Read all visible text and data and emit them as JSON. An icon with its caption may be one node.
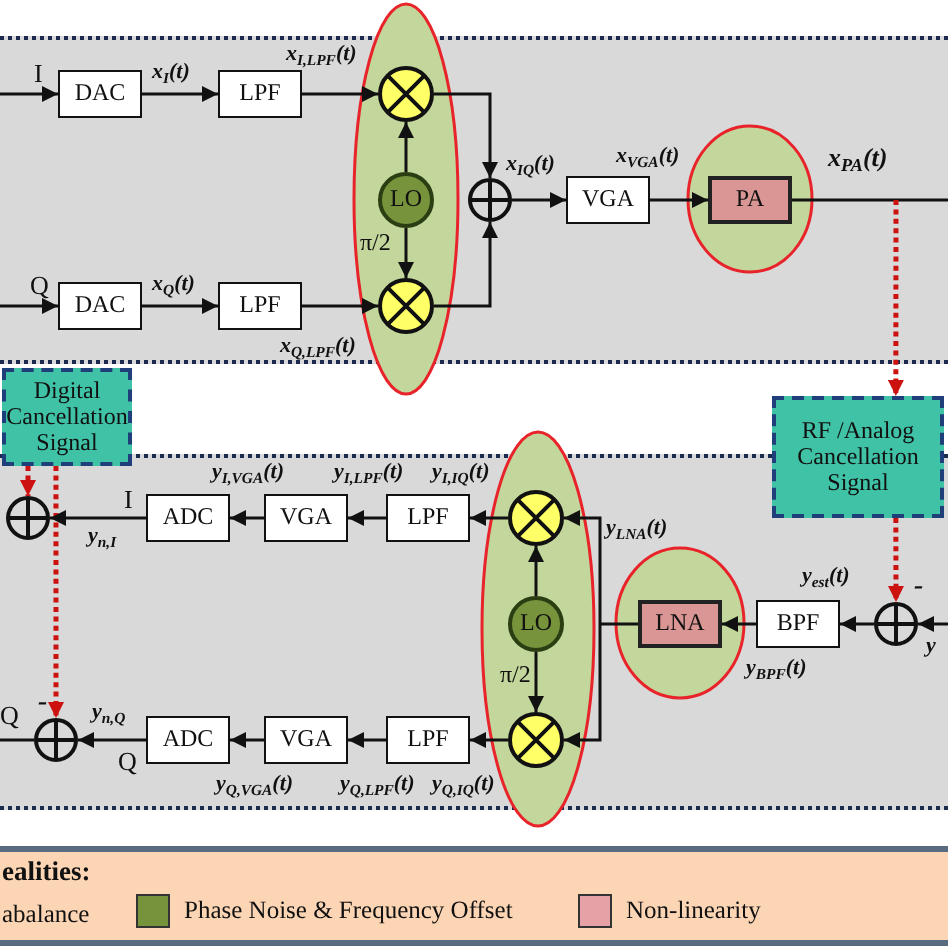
{
  "diagram": {
    "nodes": [
      {
        "text": [],
        "shape": "box"
      },
      {
        "text": [
          "DAC"
        ],
        "in": 0
      },
      {
        "text": [
          "LPF"
        ],
        "in": 0
      },
      {
        "text": [],
        "shape": "ellipse"
      },
      {
        "text": [],
        "shape": "circle",
        "in": 3
      },
      {
        "text": [
          "LO"
        ],
        "in": 3
      },
      {
        "text": [],
        "shape": "circle",
        "in": 3
      },
      {
        "text": [
          "DAC"
        ],
        "in": 0
      },
      {
        "text": [
          "LPF"
        ],
        "in": 0
      },
      {
        "text": [],
        "shape": "circle",
        "in": 0
      },
      {
        "text": [
          "VGA"
        ],
        "in": 0
      },
      {
        "text": [],
        "shape": "ellipse",
        "in": 0
      },
      {
        "text": [
          "PA"
        ],
        "in": 11
      },
      {
        "text": [
          "Digital Cancellation Signal"
        ]
      },
      {
        "text": [
          "RF /Analog Cancellation Signal"
        ]
      },
      {
        "text": [],
        "shape": "box"
      },
      {
        "text": [],
        "shape": "circle",
        "in": 15
      },
      {
        "text": [
          "ADC"
        ],
        "in": 15
      },
      {
        "text": [
          "VGA"
        ],
        "in": 15
      },
      {
        "text": [
          "LPF"
        ],
        "in": 15
      },
      {
        "text": [],
        "shape": "ellipse"
      },
      {
        "text": [],
        "shape": "circle",
        "in": 20
      },
      {
        "text": [
          "LO"
        ],
        "in": 20
      },
      {
        "text": [],
        "shape": "circle",
        "in": 20
      },
      {
        "text": [],
        "shape": "ellipse",
        "in": 15
      },
      {
        "text": [
          "LNA"
        ],
        "in": 24
      },
      {
        "text": [
          "BPF"
        ],
        "in": 15
      },
      {
        "text": [],
        "shape": "circle",
        "in": 15
      },
      {
        "text": [],
        "shape": "circle",
        "in": 15
      },
      {
        "text": [
          "ADC"
        ],
        "in": 15
      },
      {
        "text": [
          "VGA"
        ],
        "in": 15
      },
      {
        "text": [
          "LPF"
        ],
        "in": 15
      }
    ],
    "edges": [
      {
        "from": null,
        "to": 1,
        "arrow": "to",
        "label": "I"
      },
      {
        "from": 1,
        "to": 2,
        "arrow": "to",
        "label": "x$_{I}$(t)"
      },
      {
        "from": 2,
        "to": 4,
        "arrow": "to",
        "label": "x$_{I,LPF}$(t)"
      },
      {
        "from": 5,
        "to": 4,
        "arrow": "to"
      },
      {
        "from": 5,
        "to": 6,
        "arrow": "to",
        "label": "π/2"
      },
      {
        "from": null,
        "to": 7,
        "arrow": "to",
        "label": "Q"
      },
      {
        "from": 7,
        "to": 8,
        "arrow": "to",
        "label": "x$_{Q}$(t)"
      },
      {
        "from": 8,
        "to": 6,
        "arrow": "to",
        "label": "x$_{Q,LPF}$(t)"
      },
      {
        "from": 4,
        "to": 9,
        "arrow": "to"
      },
      {
        "from": 6,
        "to": 9,
        "arrow": "to"
      },
      {
        "from": 9,
        "to": 10,
        "arrow": "to",
        "label": "x$_{IQ}$(t)"
      },
      {
        "from": 10,
        "to": 12,
        "arrow": "to",
        "label": "x$_{VGA}$(t)"
      },
      {
        "from": 12,
        "to": null,
        "arrow": "none",
        "label": "x$_{PA}$(t)"
      },
      {
        "from": 12,
        "to": 14,
        "arrow": "to",
        "style": "dashed",
        "color": "#cc1111"
      },
      {
        "from": 13,
        "to": 16,
        "arrow": "to",
        "style": "dashed",
        "color": "#cc1111"
      },
      {
        "from": 13,
        "to": 28,
        "arrow": "to",
        "label": "-",
        "style": "dashed",
        "color": "#cc1111"
      },
      {
        "from": 14,
        "to": 27,
        "arrow": "to",
        "label": "-",
        "style": "dashed",
        "color": "#cc1111"
      },
      {
        "from": null,
        "to": 27,
        "arrow": "to",
        "label": "y"
      },
      {
        "from": 27,
        "to": 26,
        "arrow": "to",
        "label": "y$_{est}$(t)"
      },
      {
        "from": 26,
        "to": 25,
        "arrow": "to",
        "label": "y$_{BPF}$(t)"
      },
      {
        "from": 25,
        "to": 21,
        "arrow": "to",
        "label": "y$_{LNA}$(t)"
      },
      {
        "from": 25,
        "to": 23,
        "arrow": "to"
      },
      {
        "from": 22,
        "to": 21,
        "arrow": "to"
      },
      {
        "from": 22,
        "to": 23,
        "arrow": "to",
        "label": "π/2"
      },
      {
        "from": 21,
        "to": 19,
        "arrow": "to",
        "label": "y$_{I,IQ}$(t)"
      },
      {
        "from": 19,
        "to": 18,
        "arrow": "to",
        "label": "y$_{I,LPF}$(t)"
      },
      {
        "from": 18,
        "to": 17,
        "arrow": "to",
        "label": "y$_{I,VGA}$(t)"
      },
      {
        "from": 17,
        "to": 16,
        "arrow": "to",
        "label": "y$_{n,I}$"
      },
      {
        "from": 23,
        "to": 31,
        "arrow": "to",
        "label": "y$_{Q,IQ}$(t)"
      },
      {
        "from": 31,
        "to": 30,
        "arrow": "to",
        "label": "y$_{Q,LPF}$(t)"
      },
      {
        "from": 30,
        "to": 29,
        "arrow": "to",
        "label": "y$_{Q,VGA}$(t)"
      },
      {
        "from": 29,
        "to": 28,
        "arrow": "to",
        "label": "y$_{n,Q}$"
      },
      {
        "from": 28,
        "to": null,
        "arrow": "none",
        "label": "Q"
      }
    ],
    "labels": [
      "I",
      "Q",
      "ealities:"
    ],
    "legend": [
      {
        "text": "abalance"
      },
      {
        "text": "Phase Noise & Frequency Offset",
        "color": "#77933c"
      },
      {
        "text": "Non-linearity",
        "color": "#e6a1a6"
      }
    ]
  }
}
